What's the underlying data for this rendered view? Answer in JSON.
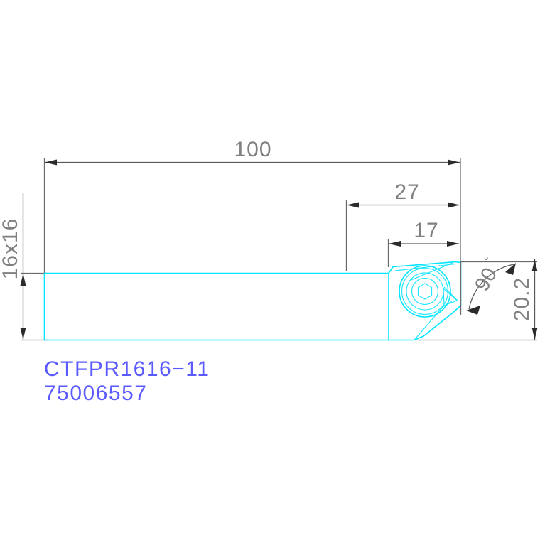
{
  "drawing": {
    "type": "cad-technical-drawing",
    "subject": "indexable turning tool holder side view",
    "background_color": "#ffffff",
    "geometry_color": "#00e5ff",
    "dimension_color": "#808080",
    "label_color": "#5a5aff"
  },
  "dimensions": {
    "overall_length": {
      "name": "overall-length",
      "value": "100",
      "orientation": "horizontal"
    },
    "head_offset": {
      "name": "head-offset",
      "value": "27",
      "orientation": "horizontal"
    },
    "tip_offset": {
      "name": "tip-offset",
      "value": "17",
      "orientation": "horizontal"
    },
    "shank_section": {
      "name": "shank-section",
      "value": "16x16",
      "orientation": "vertical-rotated"
    },
    "head_height": {
      "name": "head-height",
      "value": "20.2",
      "orientation": "vertical-rotated"
    },
    "lead_angle": {
      "name": "lead-angle",
      "value": "90",
      "symbol": "°",
      "orientation": "angular"
    }
  },
  "labels": {
    "part_designation": "CTFPR1616−11",
    "part_number": "75006557"
  },
  "components": {
    "shank": "tool-shank-body",
    "head": "tool-head",
    "clamp_screw": "clamp-screw-head",
    "hex_socket": "hex-socket",
    "insert_pocket": "insert-pocket",
    "cutting_insert": "cutting-insert"
  }
}
